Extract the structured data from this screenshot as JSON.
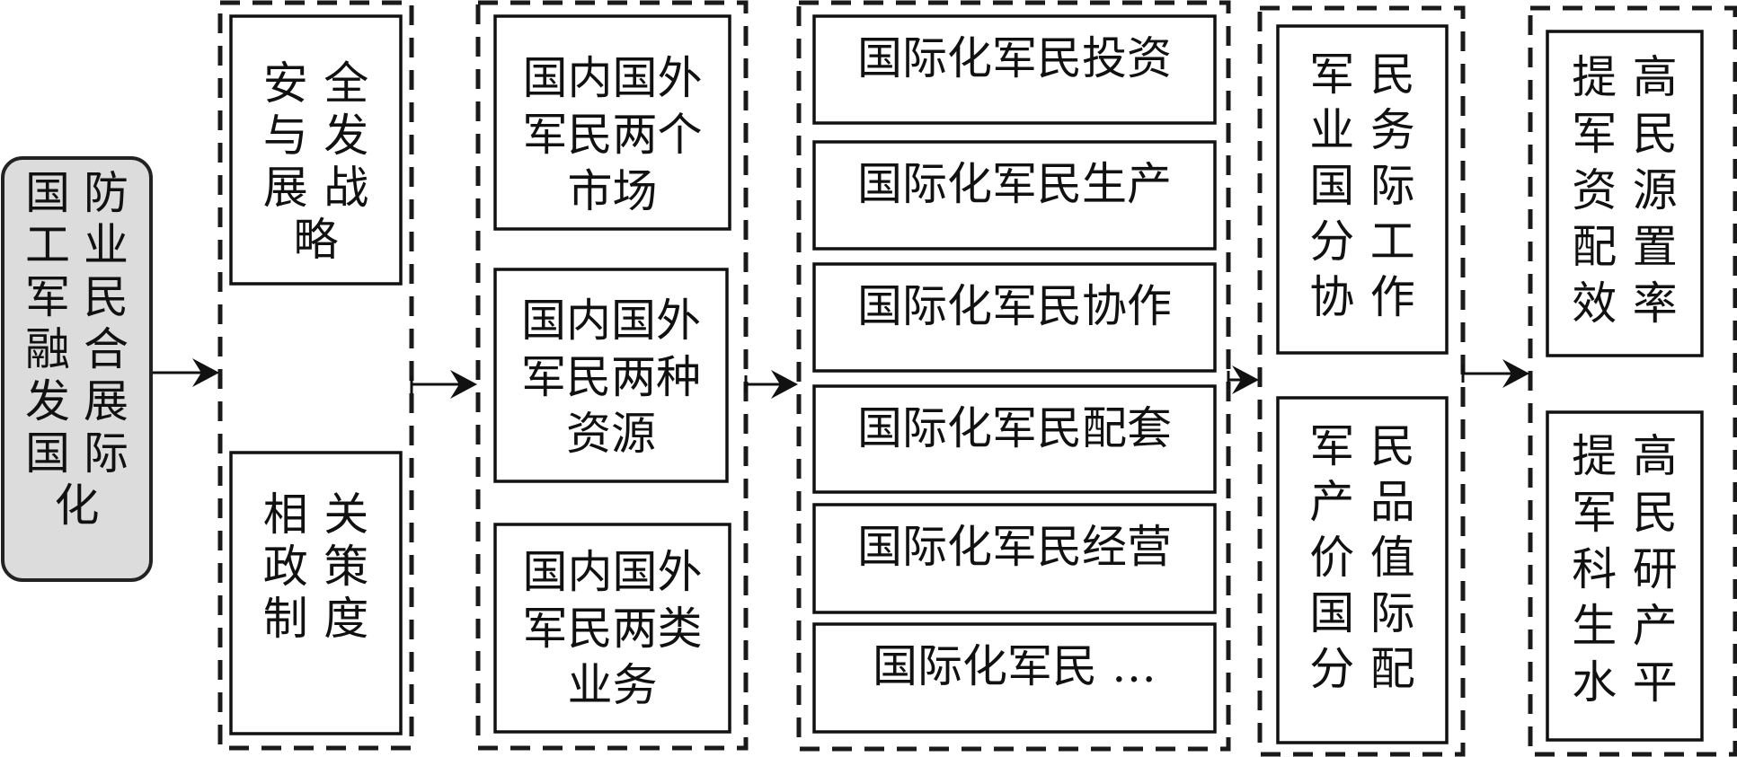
{
  "diagram": {
    "title": "国防工业军民融合发展国际化",
    "root": {
      "id": "root",
      "text": "国防工业军民融合发展国际化",
      "lines": [
        "国防",
        "工业",
        "军民",
        "融合",
        "发展",
        "国际",
        "化"
      ],
      "fill": "#dcdcdc"
    },
    "columns": [
      {
        "id": "foundation",
        "nodes": [
          {
            "id": "strategy",
            "text": "安全与发展战略",
            "lines": [
              "安全",
              "与发",
              "展战",
              "略"
            ]
          },
          {
            "id": "policy",
            "text": "相关政策制度",
            "lines": [
              "相关",
              "政策",
              "制度"
            ]
          }
        ]
      },
      {
        "id": "domains",
        "nodes": [
          {
            "id": "markets",
            "text": "国内国外军民两个市场",
            "lines": [
              "国内国外",
              "军民两个",
              "市场"
            ]
          },
          {
            "id": "resources",
            "text": "国内国外军民两种资源",
            "lines": [
              "国内国外",
              "军民两种",
              "资源"
            ]
          },
          {
            "id": "business",
            "text": "国内国外军民两类业务",
            "lines": [
              "国内国外",
              "军民两类",
              "业务"
            ]
          }
        ]
      },
      {
        "id": "activities",
        "nodes": [
          {
            "id": "investment",
            "text": "国际化军民投资",
            "lines": [
              "国际化军民投资"
            ]
          },
          {
            "id": "production",
            "text": "国际化军民生产",
            "lines": [
              "国际化军民生产"
            ]
          },
          {
            "id": "collaboration",
            "text": "国际化军民协作",
            "lines": [
              "国际化军民协作"
            ]
          },
          {
            "id": "supporting",
            "text": "国际化军民配套",
            "lines": [
              "国际化军民配套"
            ]
          },
          {
            "id": "operation",
            "text": "国际化军民经营",
            "lines": [
              "国际化军民经营"
            ]
          },
          {
            "id": "etc",
            "text": "国际化军民…",
            "lines": [
              "国际化军民 …"
            ]
          }
        ]
      },
      {
        "id": "division",
        "nodes": [
          {
            "id": "labor-division",
            "text": "军民业务国际分工协作",
            "lines": [
              "军民",
              "业务",
              "国际",
              "分工",
              "协作"
            ]
          },
          {
            "id": "value-distribution",
            "text": "军民产品价值国际分配",
            "lines": [
              "军民",
              "产品",
              "价值",
              "国际",
              "分配"
            ]
          }
        ]
      },
      {
        "id": "outcomes",
        "nodes": [
          {
            "id": "allocation-efficiency",
            "text": "提高军民资源配置效率",
            "lines": [
              "提高",
              "军民",
              "资源",
              "配置",
              "效率"
            ]
          },
          {
            "id": "rd-level",
            "text": "提高军民科研生产水平",
            "lines": [
              "提高",
              "军民",
              "科研",
              "生产",
              "水平"
            ]
          }
        ]
      }
    ],
    "edges": [
      {
        "from": "root",
        "to": "foundation"
      },
      {
        "from": "foundation",
        "to": "domains"
      },
      {
        "from": "domains",
        "to": "activities"
      },
      {
        "from": "activities",
        "to": "division"
      },
      {
        "from": "division",
        "to": "outcomes"
      }
    ]
  }
}
